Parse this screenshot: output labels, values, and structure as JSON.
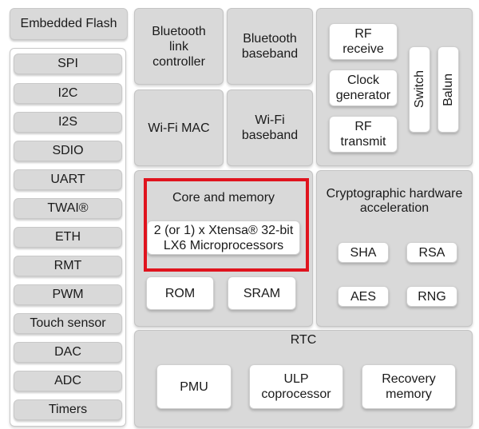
{
  "peripherals": {
    "flash": "Embedded Flash",
    "items": [
      "SPI",
      "I2C",
      "I2S",
      "SDIO",
      "UART",
      "TWAI®",
      "ETH",
      "RMT",
      "PWM",
      "Touch sensor",
      "DAC",
      "ADC",
      "Timers"
    ]
  },
  "wireless": {
    "bt_link": "Bluetooth link controller",
    "bt_baseband": "Bluetooth baseband",
    "wifi_mac": "Wi-Fi MAC",
    "wifi_baseband": "Wi-Fi baseband"
  },
  "rf": {
    "receive": "RF receive",
    "clock": "Clock generator",
    "transmit": "RF transmit",
    "switch": "Switch",
    "balun": "Balun"
  },
  "core": {
    "title": "Core and memory",
    "cpu": "2 (or 1) x Xtensa® 32-bit LX6 Microprocessors",
    "rom": "ROM",
    "sram": "SRAM",
    "highlight_color": "#e0141e"
  },
  "crypto": {
    "title": "Cryptographic hardware acceleration",
    "sha": "SHA",
    "rsa": "RSA",
    "aes": "AES",
    "rng": "RNG"
  },
  "rtc": {
    "title": "RTC",
    "pmu": "PMU",
    "ulp": "ULP coprocessor",
    "recovery": "Recovery memory"
  }
}
